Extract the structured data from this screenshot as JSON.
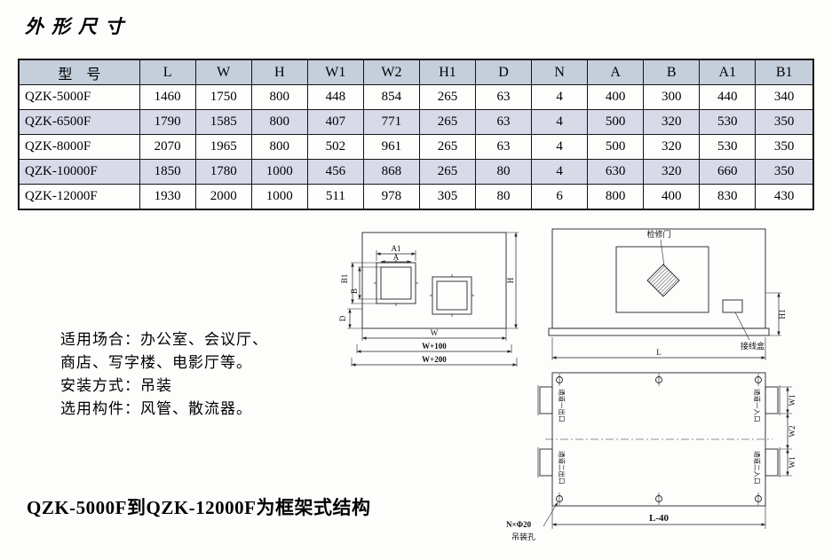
{
  "page": {
    "title": "外形尺寸",
    "footer_note": "QZK-5000F到QZK-12000F为框架式结构"
  },
  "info": {
    "line1": "适用场合：办公室、会议厅、",
    "line2": "商店、写字楼、电影厅等。",
    "line3": "安装方式：吊装",
    "line4": "选用构件：风管、散流器。"
  },
  "table": {
    "headers": [
      "型　号",
      "L",
      "W",
      "H",
      "W1",
      "W2",
      "H1",
      "D",
      "N",
      "A",
      "B",
      "A1",
      "B1"
    ],
    "rows": [
      [
        "QZK-5000F",
        "1460",
        "1750",
        "800",
        "448",
        "854",
        "265",
        "63",
        "4",
        "400",
        "300",
        "440",
        "340"
      ],
      [
        "QZK-6500F",
        "1790",
        "1585",
        "800",
        "407",
        "771",
        "265",
        "63",
        "4",
        "500",
        "320",
        "530",
        "350"
      ],
      [
        "QZK-8000F",
        "2070",
        "1965",
        "800",
        "502",
        "961",
        "265",
        "63",
        "4",
        "500",
        "320",
        "530",
        "350"
      ],
      [
        "QZK-10000F",
        "1850",
        "1780",
        "1000",
        "456",
        "868",
        "265",
        "80",
        "4",
        "630",
        "320",
        "660",
        "350"
      ],
      [
        "QZK-12000F",
        "1930",
        "2000",
        "1000",
        "511",
        "978",
        "305",
        "80",
        "6",
        "800",
        "400",
        "830",
        "430"
      ]
    ]
  },
  "drawings": {
    "front": {
      "dim_a1": "A1",
      "dim_a": "A",
      "dim_b1": "B1",
      "dim_b": "B",
      "dim_h": "H",
      "dim_d": "D",
      "dim_w": "W",
      "dim_w100": "W+100",
      "dim_w200": "W+200"
    },
    "side": {
      "label_door": "检修门",
      "label_box": "接线盒",
      "dim_l": "L",
      "dim_h1": "H1"
    },
    "top": {
      "port_left_top": "通道一出口",
      "port_left_bottom": "通道二出口",
      "port_right_top": "通道一入口",
      "port_right_bottom": "通道二入口",
      "dim_w1_top": "W1",
      "dim_w2": "W2",
      "dim_w1_bottom": "W1",
      "dim_l40": "L-40",
      "hole_note": "N×Φ20",
      "hole_label": "吊装孔"
    }
  }
}
